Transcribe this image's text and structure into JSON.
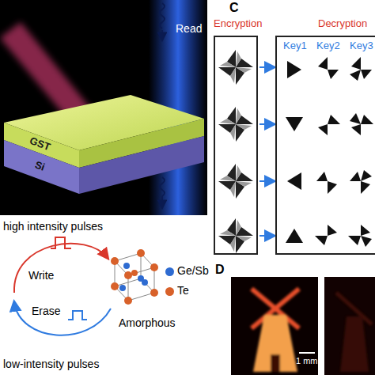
{
  "diagram": {
    "nodes": [
      {
        "text": [
          "GST"
        ]
      },
      {
        "text": [
          "Si"
        ]
      },
      {
        "text": [
          "Encryption"
        ]
      },
      {
        "text": [
          "Decryption",
          "Key1",
          "Key2",
          "Key3"
        ]
      }
    ],
    "edges": [
      {
        "from": 2,
        "to": 3,
        "arrow": "to"
      },
      {
        "from": 2,
        "to": 3,
        "arrow": "to"
      },
      {
        "from": 2,
        "to": 3,
        "arrow": "to"
      },
      {
        "from": 2,
        "to": 3,
        "arrow": "to"
      }
    ],
    "labels": [
      "C",
      "Read",
      "high intensity pulses",
      "Write",
      "Erase",
      "Amorphous",
      "low-intensity pulses",
      "D",
      "1 mm"
    ],
    "legend": [
      {
        "text": "Ge/Sb",
        "color": "#2e6bd1"
      },
      {
        "text": "Te",
        "color": "#d8612a"
      }
    ]
  }
}
